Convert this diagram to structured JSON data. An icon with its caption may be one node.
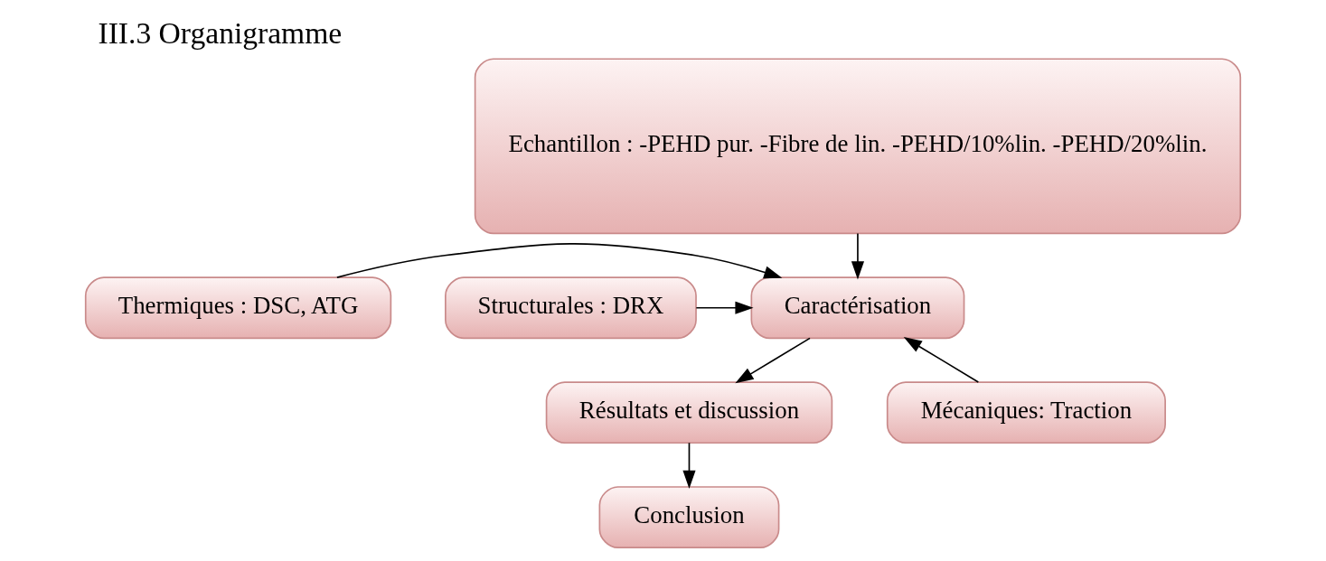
{
  "diagram": {
    "title": "III.3 Organigramme",
    "nodes": [
      {
        "text": [
          "Echantillon : -PEHD pur. -Fibre de lin. -PEHD/10%lin. -PEHD/20%lin."
        ]
      },
      {
        "text": [
          "Thermiques : DSC, ATG"
        ]
      },
      {
        "text": [
          "Caractérisation"
        ]
      },
      {
        "text": [
          "Structurales : DRX"
        ]
      },
      {
        "text": [
          "Résultats et discussion"
        ]
      },
      {
        "text": [
          "Mécaniques: Traction"
        ]
      },
      {
        "text": [
          "Conclusion"
        ]
      }
    ],
    "edges": [
      {
        "from": 0,
        "to": 2,
        "arrow": "to"
      },
      {
        "from": 1,
        "to": 2,
        "arrow": "to"
      },
      {
        "from": 3,
        "to": 2,
        "arrow": "to"
      },
      {
        "from": 5,
        "to": 2,
        "arrow": "to"
      },
      {
        "from": 2,
        "to": 4,
        "arrow": "to"
      },
      {
        "from": 4,
        "to": 6,
        "arrow": "to"
      }
    ]
  }
}
